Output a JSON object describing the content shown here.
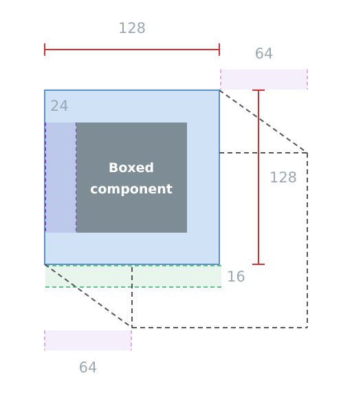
{
  "diagram": {
    "labels": {
      "top_width": "128",
      "right_offset": "64",
      "height": "128",
      "padding": "24",
      "bottom_gap": "16",
      "bottom_offset": "64"
    },
    "component": {
      "line1": "Boxed",
      "line2": "component"
    },
    "colors": {
      "container_fill": "#cfe2f6",
      "container_stroke": "#5b8fd3",
      "component_fill": "#7e8c95",
      "padding_fill": "#bdc9ea",
      "padding_stroke": "#7a3fb3",
      "pink_fill": "#f5eefb",
      "pink_stroke": "#d9a8ee",
      "green_fill": "#e8f5ec",
      "green_stroke": "#5cc586",
      "red_line": "#d32f2f",
      "dash_gray": "#555555"
    }
  }
}
